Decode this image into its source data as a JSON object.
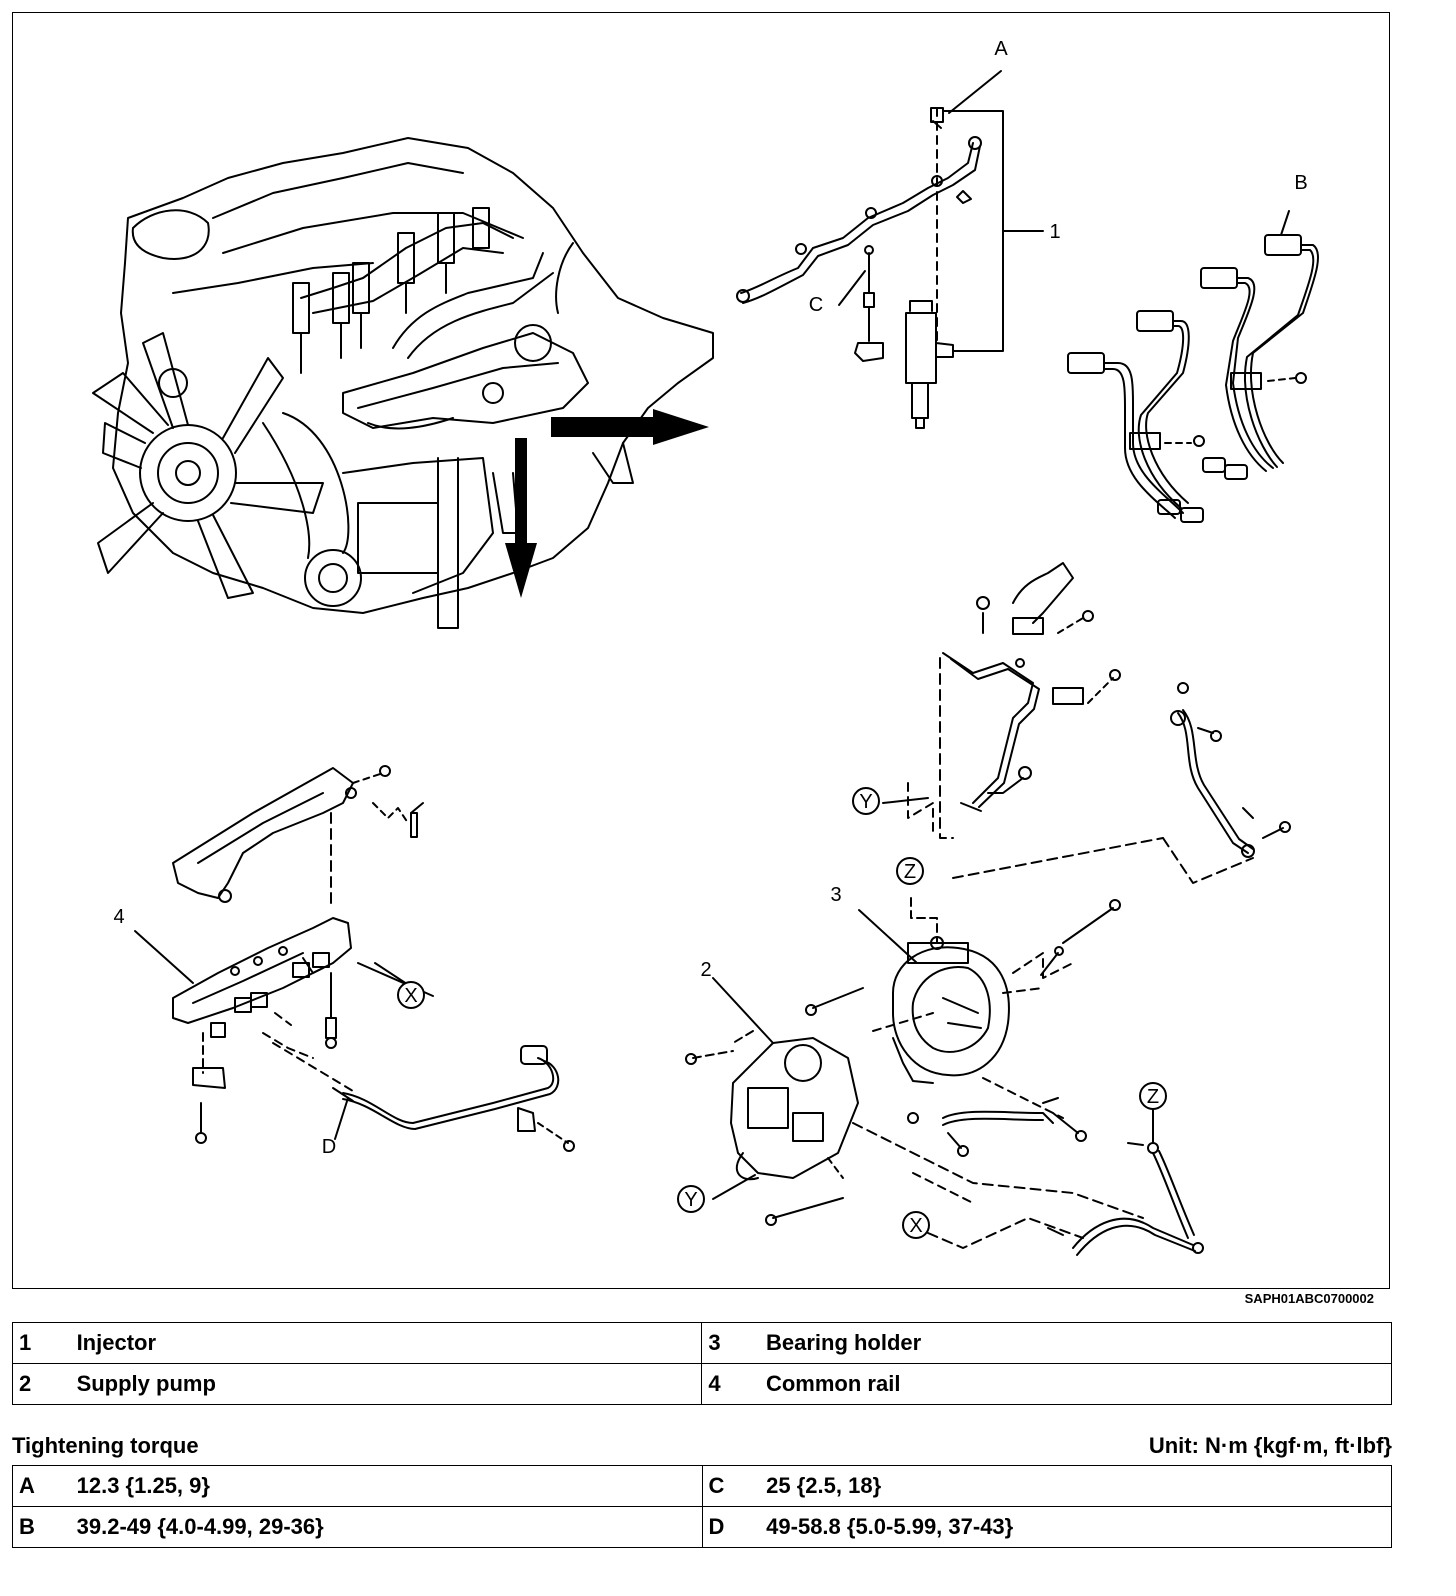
{
  "callouts": {
    "A": "A",
    "B": "B",
    "C": "C",
    "D": "D",
    "n1": "1",
    "n2": "2",
    "n3": "3",
    "n4": "4",
    "X": "X",
    "Y": "Y",
    "Z": "Z"
  },
  "ref_code": "SAPH01ABC0700002",
  "parts": [
    {
      "num": "1",
      "name": "Injector"
    },
    {
      "num": "2",
      "name": "Supply pump"
    },
    {
      "num": "3",
      "name": "Bearing holder"
    },
    {
      "num": "4",
      "name": "Common rail"
    }
  ],
  "torque": {
    "title": "Tightening torque",
    "unit": "Unit: N·m {kgf·m, ft·lbf}",
    "rows": [
      {
        "key": "A",
        "value": "12.3 {1.25, 9}"
      },
      {
        "key": "B",
        "value": "39.2-49 {4.0-4.99, 29-36}"
      },
      {
        "key": "C",
        "value": "25 {2.5, 18}"
      },
      {
        "key": "D",
        "value": "49-58.8 {5.0-5.99, 37-43}"
      }
    ]
  }
}
